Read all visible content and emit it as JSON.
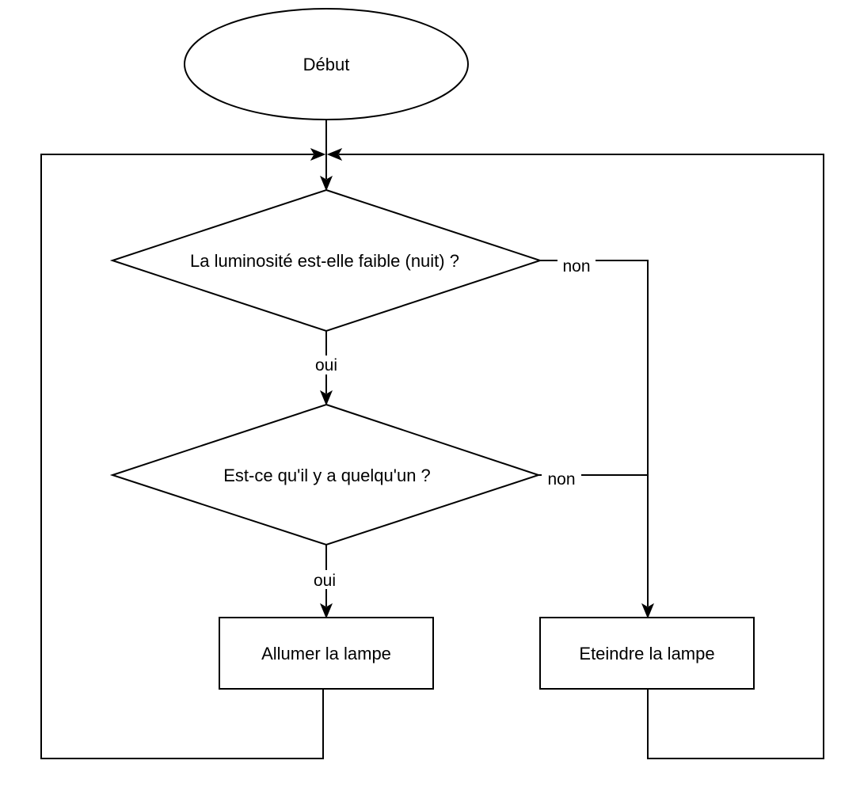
{
  "diagram": {
    "nodes": {
      "start": {
        "label": "Début",
        "shape": "ellipse"
      },
      "decision_light": {
        "label": "La luminosité est-elle faible (nuit) ?",
        "shape": "diamond"
      },
      "decision_person": {
        "label": "Est-ce qu'il y a quelqu'un ?",
        "shape": "diamond"
      },
      "lamp_on": {
        "label": "Allumer la lampe",
        "shape": "rectangle"
      },
      "lamp_off": {
        "label": "Eteindre la lampe",
        "shape": "rectangle"
      }
    },
    "edges": {
      "light_yes": {
        "from": "decision_light",
        "to": "decision_person",
        "label": "oui"
      },
      "light_no": {
        "from": "decision_light",
        "to": "lamp_off",
        "label": "non"
      },
      "person_yes": {
        "from": "decision_person",
        "to": "lamp_on",
        "label": "oui"
      },
      "person_no": {
        "from": "decision_person",
        "to": "lamp_off",
        "label": "non"
      },
      "start_to_light": {
        "from": "start",
        "to": "decision_light"
      },
      "lamp_on_loop": {
        "from": "lamp_on",
        "to": "decision_light"
      },
      "lamp_off_loop": {
        "from": "lamp_off",
        "to": "decision_light"
      }
    }
  }
}
